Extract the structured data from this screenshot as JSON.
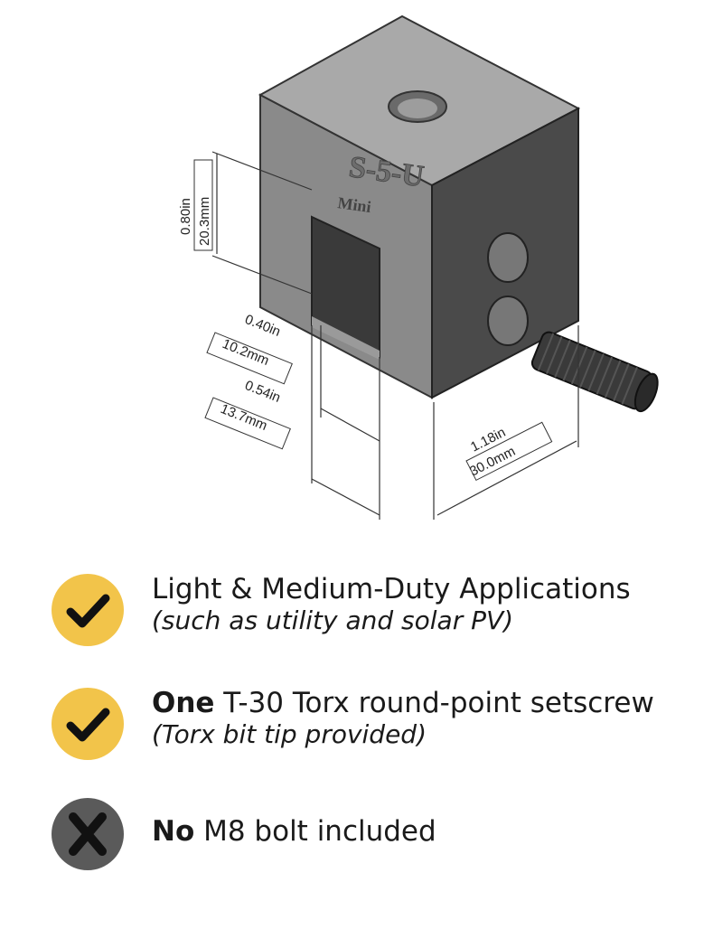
{
  "product": {
    "logo_text": "S-5-U",
    "logo_sub": "Mini",
    "dimensions": {
      "height": {
        "imperial": "0.80in",
        "metric": "20.3mm"
      },
      "slot": {
        "imperial": "0.40in",
        "metric": "10.2mm"
      },
      "opening": {
        "imperial": "0.54in",
        "metric": "13.7mm"
      },
      "width": {
        "imperial": "1.18in",
        "metric": "30.0mm"
      }
    }
  },
  "features": [
    {
      "icon": "check-icon",
      "status": "included",
      "color": "#f2c44a",
      "bold": "",
      "title": "Light & Medium-Duty Applications",
      "subtitle": "(such as utility and solar PV)"
    },
    {
      "icon": "check-icon",
      "status": "included",
      "color": "#f2c44a",
      "bold": "One",
      "title": " T-30 Torx round-point setscrew",
      "subtitle": "(Torx bit tip provided)"
    },
    {
      "icon": "x-icon",
      "status": "not-included",
      "color": "#5a5a5a",
      "bold": "No",
      "title": " M8 bolt included",
      "subtitle": ""
    }
  ]
}
